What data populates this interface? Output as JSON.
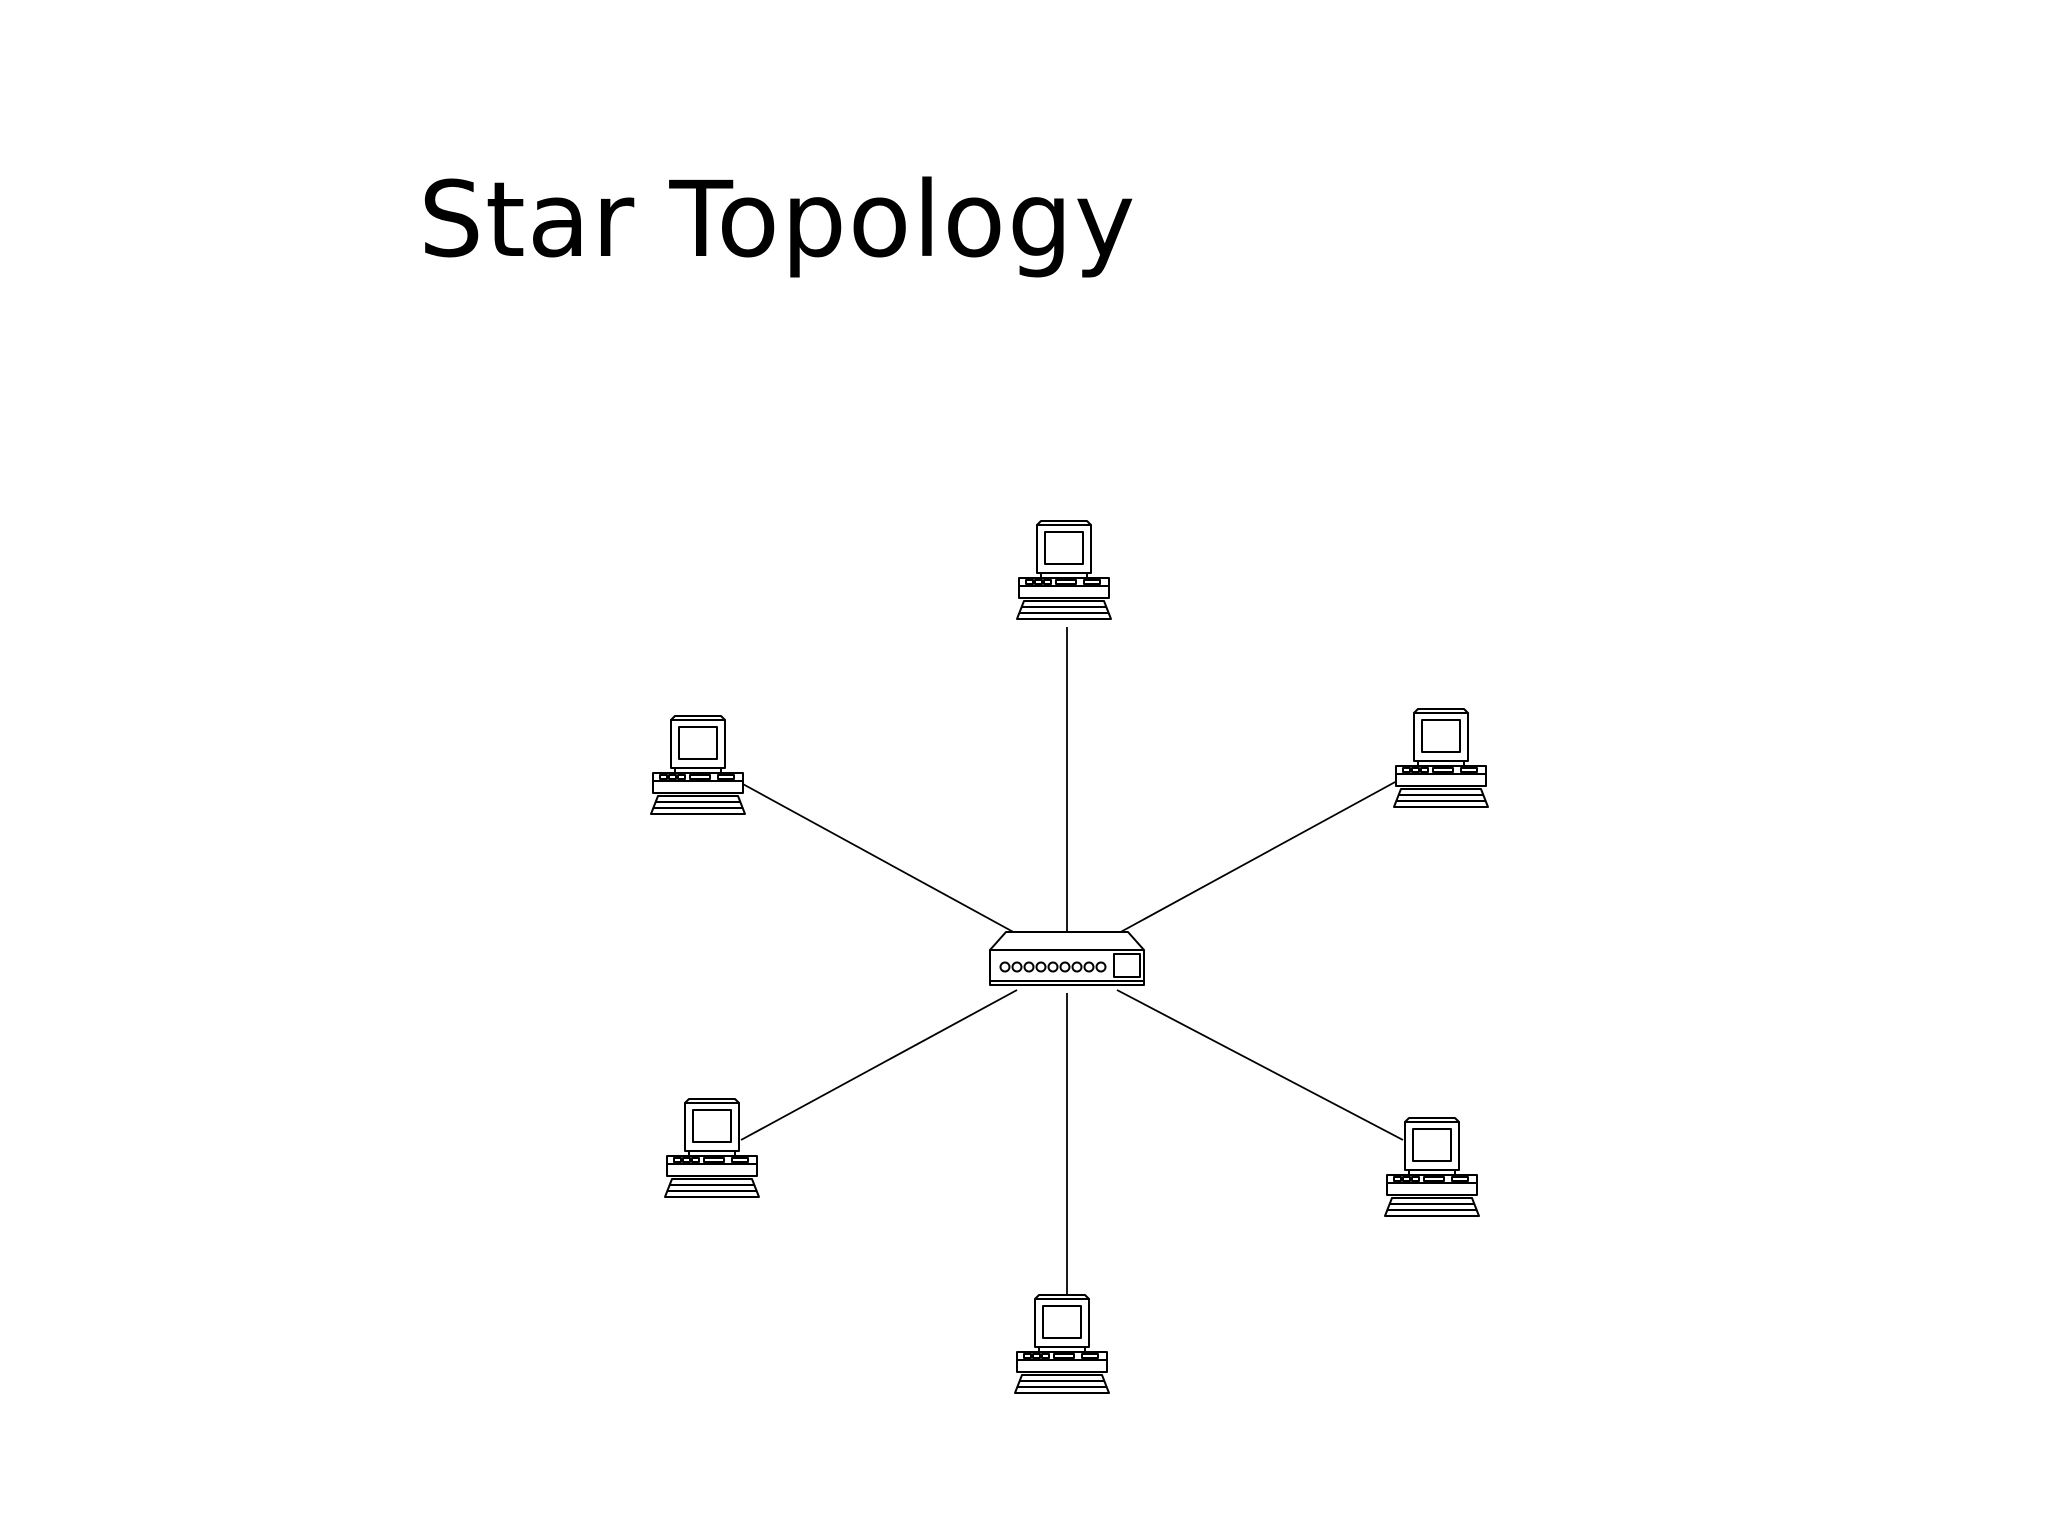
{
  "slide": {
    "title": "Star Topology",
    "background_color": "#ffffff",
    "line_color": "#000000"
  },
  "diagram": {
    "type": "star-topology",
    "hub": {
      "icon": "network-hub-icon"
    },
    "nodes": [
      {
        "id": "top",
        "icon": "computer-icon"
      },
      {
        "id": "upper-left",
        "icon": "computer-icon"
      },
      {
        "id": "upper-right",
        "icon": "computer-icon"
      },
      {
        "id": "lower-left",
        "icon": "computer-icon"
      },
      {
        "id": "lower-right",
        "icon": "computer-icon"
      },
      {
        "id": "bottom",
        "icon": "computer-icon"
      }
    ],
    "links": [
      {
        "from": "hub",
        "to": "top"
      },
      {
        "from": "hub",
        "to": "upper-left"
      },
      {
        "from": "hub",
        "to": "upper-right"
      },
      {
        "from": "hub",
        "to": "lower-left"
      },
      {
        "from": "hub",
        "to": "lower-right"
      },
      {
        "from": "hub",
        "to": "bottom"
      }
    ]
  }
}
